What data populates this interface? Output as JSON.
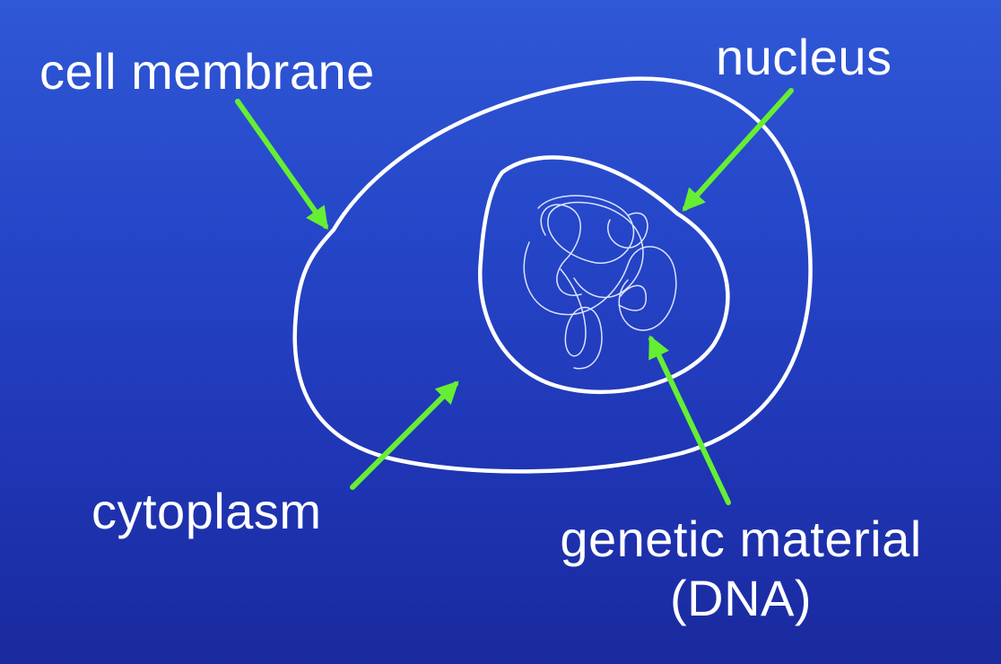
{
  "colors": {
    "background_top": "#2f58d6",
    "background_bottom": "#1a2a9e",
    "outline": "#ffffff",
    "arrow": "#66ee33",
    "label_text": "#ffffff"
  },
  "labels": {
    "cell_membrane": "cell membrane",
    "nucleus": "nucleus",
    "cytoplasm": "cytoplasm",
    "genetic_material_line1": "genetic material",
    "genetic_material_line2": "(DNA)"
  }
}
